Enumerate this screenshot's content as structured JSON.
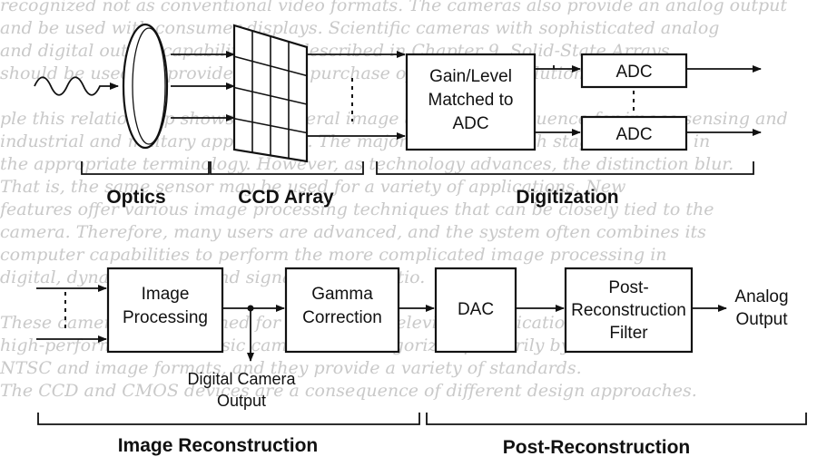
{
  "background_text": [
    "recognized not as conventional video formats. The cameras also provide an analog output",
    "and be used with consumer displays. Scientific cameras with sophisticated analog",
    "and digital output capabilities, as described in Chapter 9, Solid-State Arrays,",
    "should be used, as provided by the purchase of the high-resolution system.",
    "",
    "      ple this relationship shows the general image acquisition sequence for image sensing and",
    "industrial and military applications. The major aspects of each stage are listed in",
    "the appropriate terminology. However, as technology advances, the distinction blur.",
    "That is, the same sensor may be used for a variety of applications. New",
    "features offer various image processing techniques that can be closely tied to the",
    "camera. Therefore, many users are advanced, and the system often combines its",
    "computer capabilities to perform the more complicated image processing in",
    "digital, dynamic range, and signal-to-noise ratio.",
    "",
    "      These cameras are designed for demanding television applications. The",
    "      high-performance and basic camera are categorized primarily by the",
    "      NTSC and image formats, and they provide a variety of standards.",
    "      The CCD and CMOS devices are a consequence of different design approaches."
  ],
  "diagram": {
    "boxes": {
      "gain_level": [
        "Gain/Level",
        "Matched to",
        "ADC"
      ],
      "adc_top": "ADC",
      "adc_bottom": "ADC",
      "image_processing": [
        "Image",
        "Processing"
      ],
      "gamma_correction": [
        "Gamma",
        "Correction"
      ],
      "dac": "DAC",
      "post_reconstruction_filter": [
        "Post-",
        "Reconstruction",
        "Filter"
      ]
    },
    "labels": {
      "digital_camera_output": [
        "Digital Camera",
        "Output"
      ],
      "analog_output": [
        "Analog",
        "Output"
      ]
    },
    "sections": {
      "optics": "Optics",
      "ccd_array": "CCD Array",
      "digitization": "Digitization",
      "image_reconstruction": "Image Reconstruction",
      "post_reconstruction": "Post-Reconstruction"
    }
  },
  "colors": {
    "ink": "#111111",
    "background_text": "#c9c9c9",
    "paper": "#ffffff"
  }
}
